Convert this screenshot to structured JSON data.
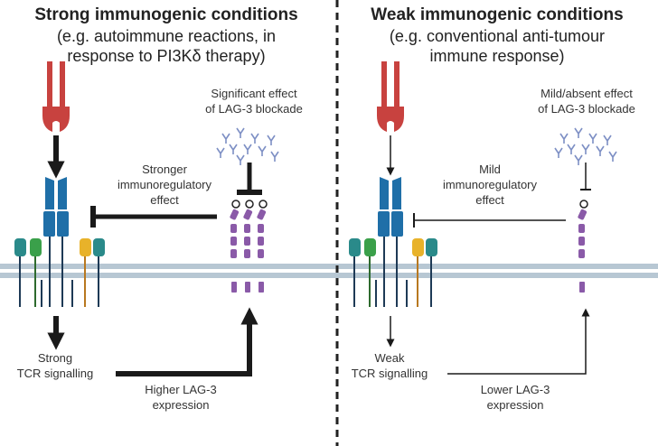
{
  "left": {
    "title": "Strong immunogenic conditions",
    "subtitle_line1": "(e.g. autoimmune reactions, in",
    "subtitle_line2": "response to PI3Kδ therapy)",
    "blockade_line1": "Significant effect",
    "blockade_line2": "of LAG-3 blockade",
    "effect_line1": "Stronger",
    "effect_line2": "immunoregulatory",
    "effect_line3": "effect",
    "signal_line1": "Strong",
    "signal_line2": "TCR signalling",
    "lag3_line1": "Higher LAG-3",
    "lag3_line2": "expression"
  },
  "right": {
    "title": "Weak immunogenic conditions",
    "subtitle_line1": "(e.g. conventional anti-tumour",
    "subtitle_line2": "immune response)",
    "blockade_line1": "Mild/absent effect",
    "blockade_line2": "of LAG-3 blockade",
    "effect_line1": "Mild",
    "effect_line2": "immunoregulatory",
    "effect_line3": "effect",
    "signal_line1": "Weak",
    "signal_line2": "TCR signalling",
    "lag3_line1": "Lower LAG-3",
    "lag3_line2": "expression"
  },
  "colors": {
    "mhc_red": "#c8423f",
    "tcr_blue": "#1f6fa8",
    "membrane": "#b7c7d3",
    "lag3_purple": "#8a5aa8",
    "antibody_blue": "#7d8fc4",
    "cd3_teal": "#2a8a8a",
    "cd3_green": "#3aa04a",
    "cd3_yellow": "#e8b22a",
    "arrow_black": "#1a1a1a"
  }
}
